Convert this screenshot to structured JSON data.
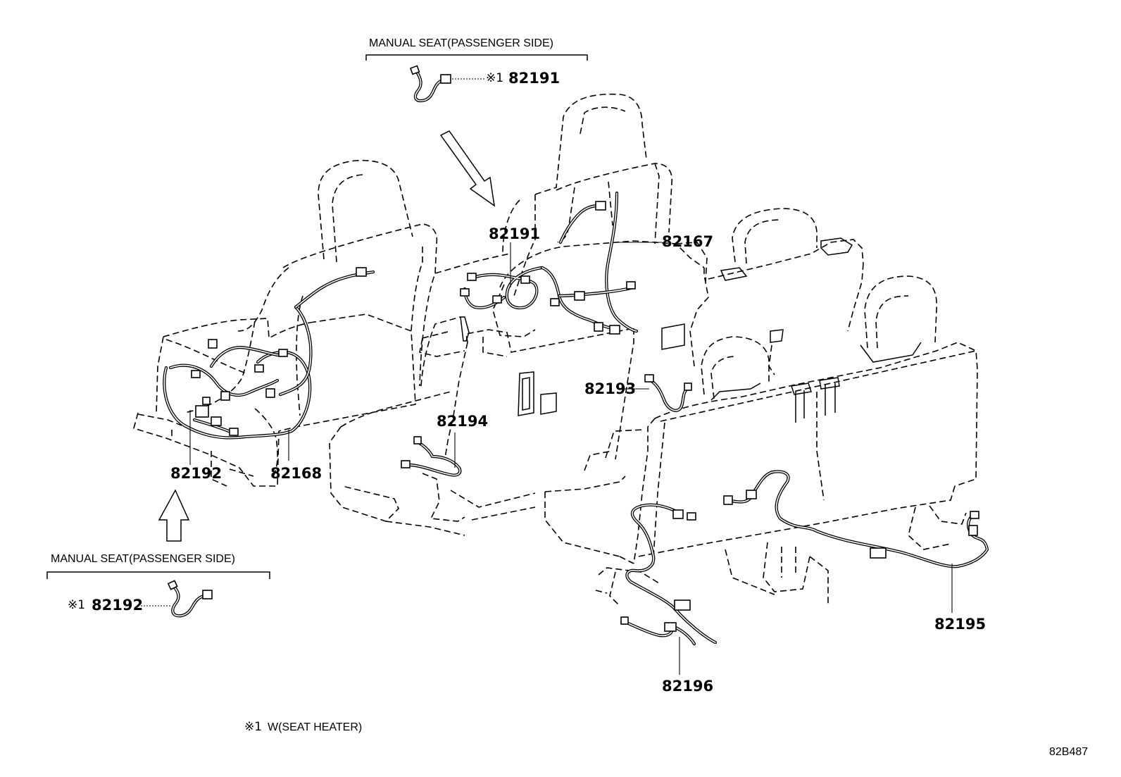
{
  "headings": {
    "top": "MANUAL SEAT(PASSENGER SIDE)",
    "bottom": "MANUAL SEAT(PASSENGER SIDE)"
  },
  "parts": {
    "p82191_inset": "82191",
    "p82191": "82191",
    "p82167": "82167",
    "p82192": "82192",
    "p82168": "82168",
    "p82194": "82194",
    "p82193": "82193",
    "p82195": "82195",
    "p82196": "82196",
    "p82192_inset": "82192"
  },
  "marks": {
    "top_inset": "※1",
    "bottom_inset": "※1"
  },
  "footnote": {
    "mark": "※1",
    "text": "W(SEAT HEATER)"
  },
  "diagram_code": "82B487"
}
